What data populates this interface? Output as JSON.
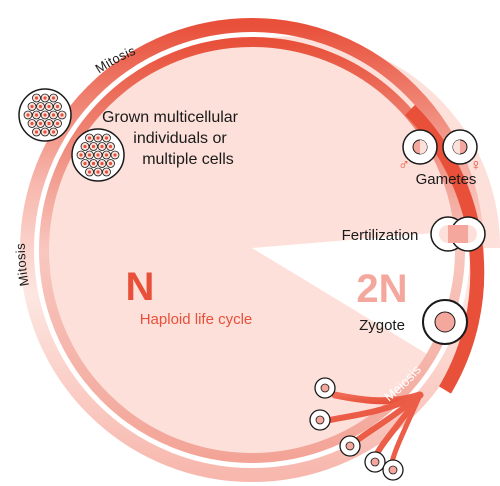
{
  "labels": {
    "mitosis_top": "Mitosis",
    "mitosis_left": "Mitosis",
    "meiosis": "Meiosis",
    "grown_line1": "Grown multicellular",
    "grown_line2": "individuals or",
    "grown_line3": "multiple cells",
    "gametes": "Gametes",
    "fertilization": "Fertilization",
    "zygote": "Zygote",
    "haploid_symbol": "N",
    "haploid_caption": "Haploid life cycle",
    "diploid_symbol": "2N",
    "male_symbol": "♂",
    "female_symbol": "♀"
  },
  "colors": {
    "accent_red": "#e8503a",
    "light_pink": "#fde0da",
    "mid_pink": "#f4a79c",
    "haploid_text": "#e8503a",
    "diploid_text": "#f4a79c",
    "ink": "#1a1a1a"
  }
}
